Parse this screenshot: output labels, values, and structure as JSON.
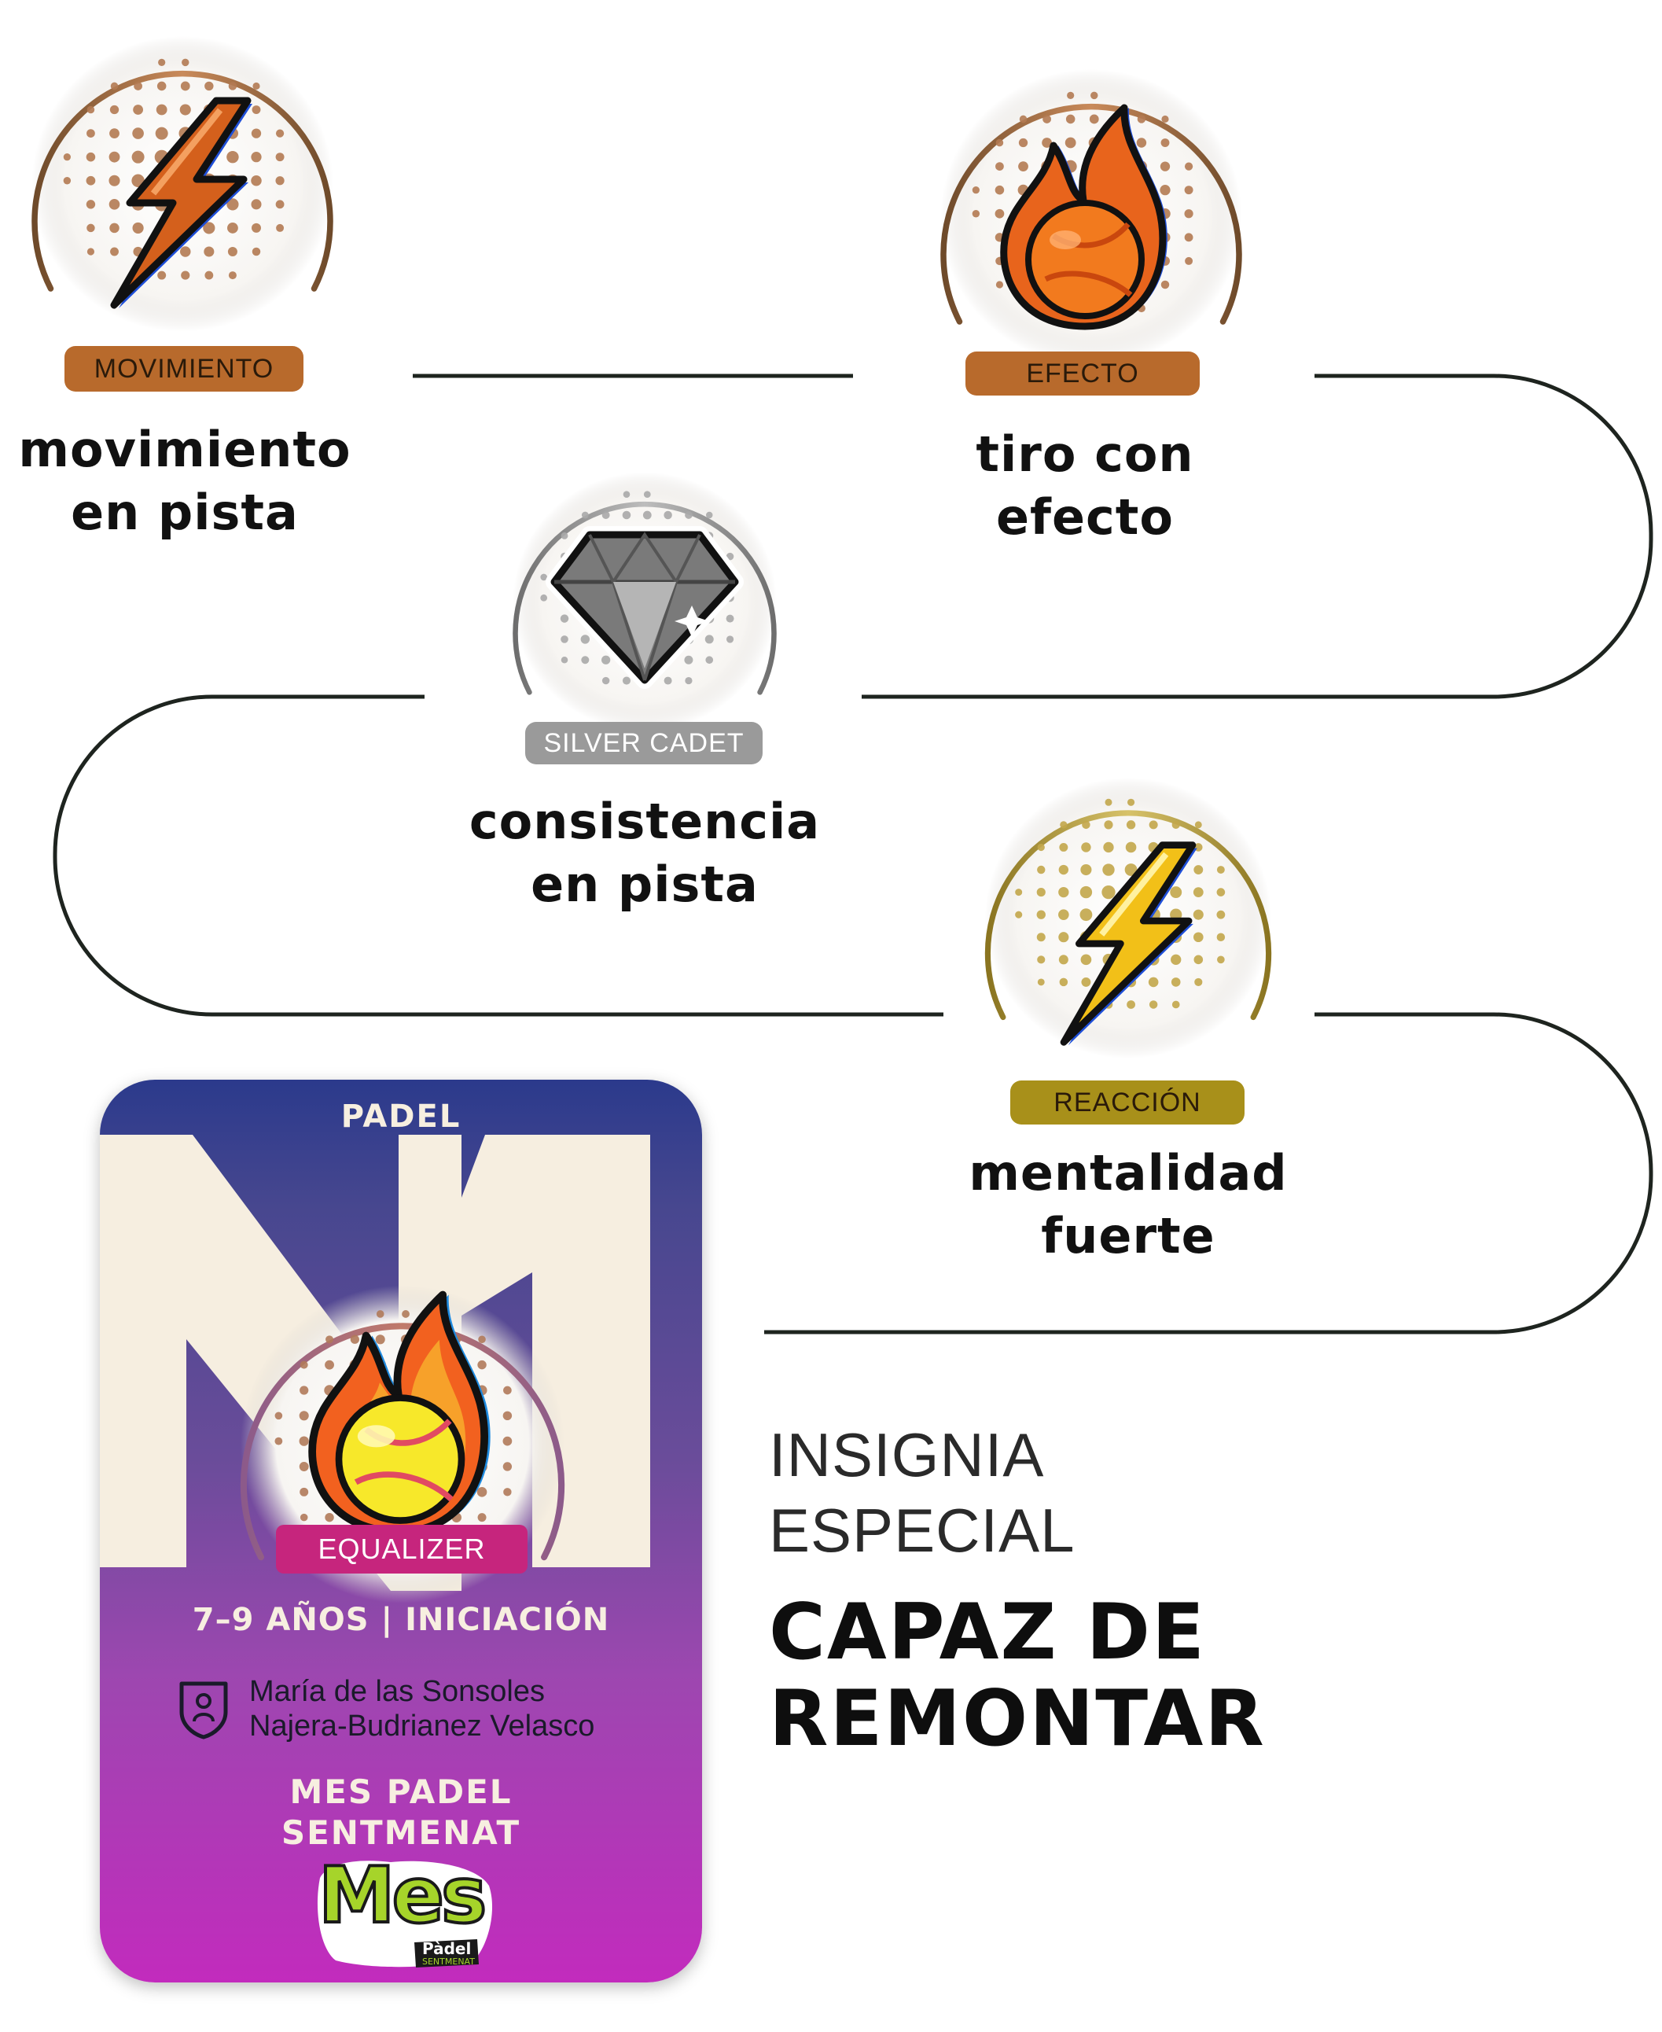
{
  "colors": {
    "bronze": "#b86a2c",
    "silver": "#9a9a9a",
    "gold": "#a8901a",
    "card_badge": "#c6257d",
    "path_line": "#1e241f"
  },
  "badges": [
    {
      "icon": "lightning-bolt-icon",
      "category": "MOVIMIENTO",
      "title_line1": "movimiento",
      "title_line2": "en pista"
    },
    {
      "icon": "flaming-ball-icon",
      "category": "EFECTO",
      "title_line1": "tiro con",
      "title_line2": "efecto"
    },
    {
      "icon": "diamond-icon",
      "category": "SILVER CADET",
      "title_line1": "consistencia",
      "title_line2": "en pista"
    },
    {
      "icon": "lightning-bolt-icon",
      "category": "REACCIÓN",
      "title_line1": "mentalidad",
      "title_line2": "fuerte"
    }
  ],
  "card": {
    "sport": "PADEL",
    "level_mark": "N1",
    "badge_icon": "flaming-ball-icon",
    "badge_label": "EQUALIZER",
    "age_level": "7–9 AÑOS | INICIACIÓN",
    "player_icon": "player-shield-icon",
    "player_line1": "María de las Sonsoles",
    "player_line2": "Najera-Budrianez Velasco",
    "club_line1": "MES PADEL",
    "club_line2": "SENTMENAT",
    "logo_main": "Mes",
    "logo_sub": "Pàdel",
    "logo_sub2": "SENTMENAT"
  },
  "special": {
    "line1": "INSIGNIA",
    "line2": "ESPECIAL",
    "title_line1": "CAPAZ DE",
    "title_line2": "REMONTAR"
  }
}
